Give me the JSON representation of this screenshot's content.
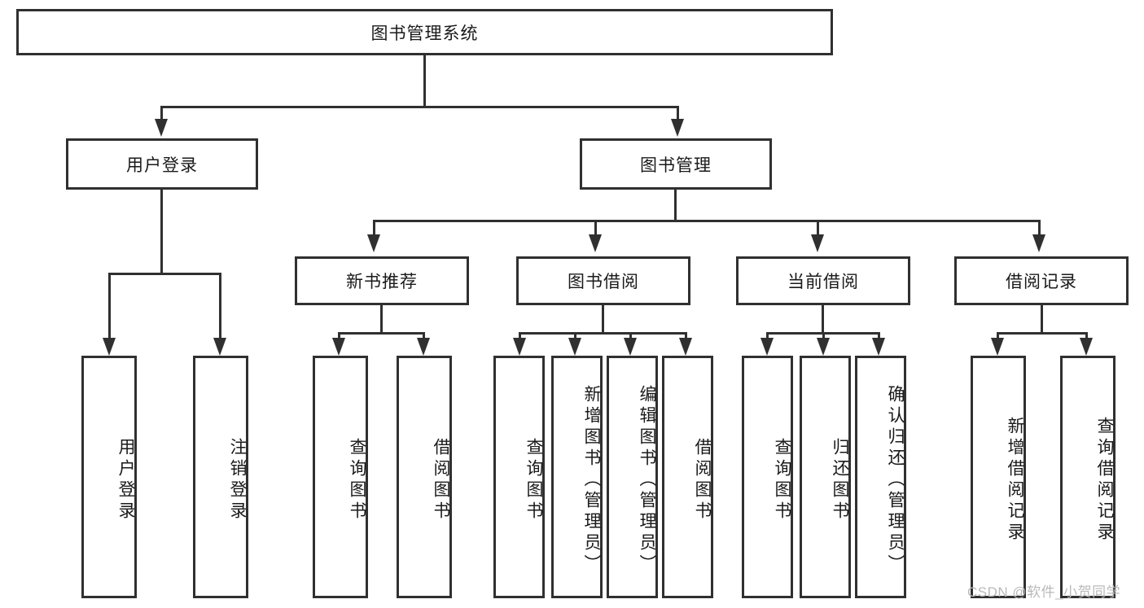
{
  "diagram": {
    "title": "图书管理系统",
    "type": "hierarchy-tree",
    "root": {
      "id": "root",
      "label": "图书管理系统"
    },
    "level2": [
      {
        "id": "user-login",
        "label": "用户登录"
      },
      {
        "id": "book-management",
        "label": "图书管理"
      }
    ],
    "level3": [
      {
        "id": "new-book-recommend",
        "label": "新书推荐",
        "parent": "book-management"
      },
      {
        "id": "book-borrow",
        "label": "图书借阅",
        "parent": "book-management"
      },
      {
        "id": "current-borrow",
        "label": "当前借阅",
        "parent": "book-management"
      },
      {
        "id": "borrow-record",
        "label": "借阅记录",
        "parent": "book-management"
      }
    ],
    "leaves": [
      {
        "id": "leaf-user-login",
        "label": "用户登录",
        "parent": "user-login"
      },
      {
        "id": "leaf-logout-login",
        "label": "注销登录",
        "parent": "user-login"
      },
      {
        "id": "leaf-query-book-1",
        "label": "查询图书",
        "parent": "new-book-recommend"
      },
      {
        "id": "leaf-borrow-book-1",
        "label": "借阅图书",
        "parent": "new-book-recommend"
      },
      {
        "id": "leaf-query-book-2",
        "label": "查询图书",
        "parent": "book-borrow"
      },
      {
        "id": "leaf-add-book",
        "label": "新增图书（管理员）",
        "parent": "book-borrow"
      },
      {
        "id": "leaf-edit-book",
        "label": "编辑图书（管理员）",
        "parent": "book-borrow"
      },
      {
        "id": "leaf-borrow-book-2",
        "label": "借阅图书",
        "parent": "book-borrow"
      },
      {
        "id": "leaf-query-book-3",
        "label": "查询图书",
        "parent": "current-borrow"
      },
      {
        "id": "leaf-return-book",
        "label": "归还图书",
        "parent": "current-borrow"
      },
      {
        "id": "leaf-confirm-return",
        "label": "确认归还（管理员）",
        "parent": "current-borrow"
      },
      {
        "id": "leaf-add-record",
        "label": "新增借阅记录",
        "parent": "borrow-record"
      },
      {
        "id": "leaf-query-record",
        "label": "查询借阅记录",
        "parent": "borrow-record"
      }
    ],
    "colors": {
      "stroke": "#303030",
      "fill": "#ffffff",
      "text": "#1a1a1a",
      "watermark": "#b9b9b9"
    }
  },
  "watermark": {
    "text": "CSDN @软件_小贺同学"
  }
}
